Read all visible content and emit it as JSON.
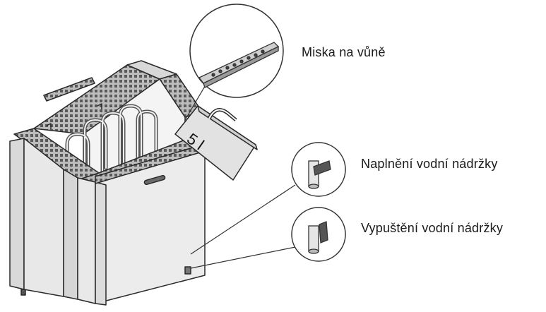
{
  "callouts": {
    "aroma_bowl": "Miska na vůně",
    "fill_tank": "Naplnění vodní nádržky",
    "drain_tank": "Vypuštění vodní nádržky"
  },
  "tank_label": "5 l",
  "colors": {
    "outline": "#2a2a2a",
    "body_fill": "#e6e6e6",
    "grille_fill": "#9a9a9a",
    "background": "#ffffff"
  }
}
